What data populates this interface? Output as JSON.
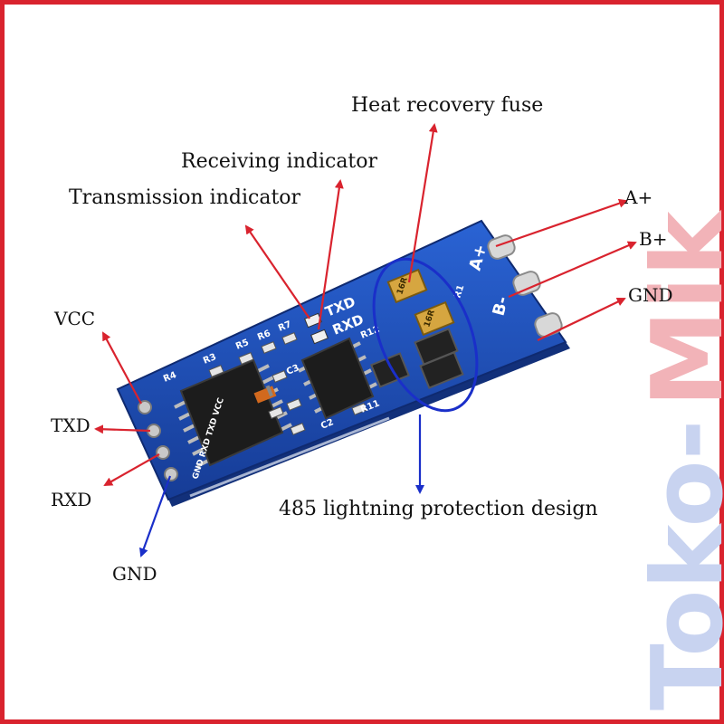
{
  "labels": {
    "heat_recovery_fuse": "Heat recovery fuse",
    "receiving_indicator": "Receiving indicator",
    "transmission_indicator": "Transmission indicator",
    "a_plus": "A+",
    "b_plus": "B+",
    "gnd_right": "GND",
    "vcc": "VCC",
    "txd": "TXD",
    "rxd": "RXD",
    "gnd_bottom": "GND",
    "lightning_protection": "485 lightning protection design"
  },
  "pcb_silkscreen": {
    "txd": "TXD",
    "rxd": "RXD",
    "a_plus": "A+",
    "b_minus": "B-",
    "pin_header": "GND RXD TXD VCC",
    "r1": "R1",
    "r3": "R3",
    "r4": "R4",
    "r5": "R5",
    "r6": "R6",
    "r7": "R7",
    "r11": "R11",
    "r12": "R12",
    "c2": "C2",
    "c3": "C3",
    "fuse_code": "16R"
  },
  "watermark": {
    "part1": "Toko-",
    "part2": "Mik"
  },
  "colors": {
    "frame": "#d9232e",
    "pcb": "#1f4fb5",
    "arrow_red": "#d9232e",
    "arrow_blue": "#1a2fc9",
    "ellipse": "#1a2fc9",
    "watermark_blue": "#c8d3f0",
    "watermark_pink": "#f2b3b8"
  }
}
